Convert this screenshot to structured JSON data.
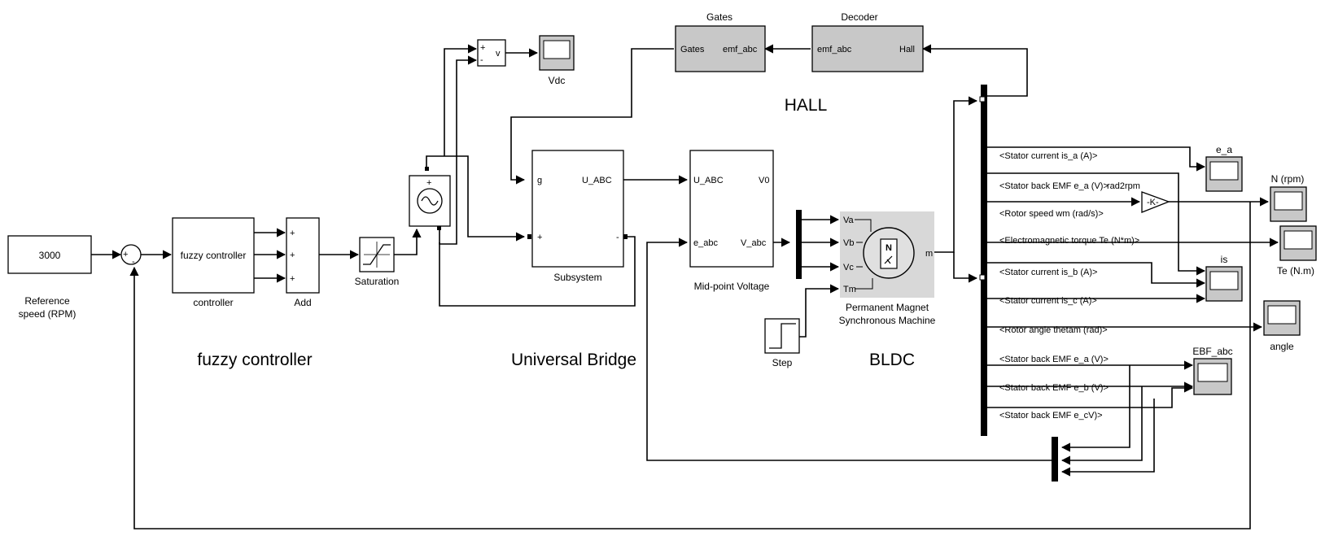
{
  "section_labels": {
    "fuzzy": "fuzzy controller",
    "bridge": "Universal Bridge",
    "hall": "HALL",
    "bldc": "BLDC"
  },
  "blocks": {
    "constant": {
      "value": "3000",
      "label": "Reference\nspeed (RPM)"
    },
    "sum": {
      "plus": "+",
      "minus": "-"
    },
    "fuzzy": {
      "text": "fuzzy controller",
      "label": "controller"
    },
    "add": {
      "label": "Add",
      "signs": [
        "+",
        "+",
        "+"
      ]
    },
    "saturation": {
      "label": "Saturation"
    },
    "voltage_source": {
      "plus": "+"
    },
    "voltmeter": {
      "plus": "+",
      "minus": "-",
      "out": "v"
    },
    "vdc_scope": {
      "label": "Vdc"
    },
    "gates": {
      "title": "Gates",
      "in": "Gates",
      "out": "emf_abc"
    },
    "decoder": {
      "title": "Decoder",
      "in": "emf_abc",
      "out": "Hall"
    },
    "subsystem": {
      "label": "Subsystem",
      "g": "g",
      "out": "U_ABC",
      "plus": "+",
      "minus": "-"
    },
    "midpoint": {
      "label": "Mid-point Voltage",
      "in1": "U_ABC",
      "in2": "e_abc",
      "out1": "V0",
      "out2": "V_abc"
    },
    "pmsm": {
      "label1": "Permanent Magnet",
      "label2": "Synchronous Machine",
      "ports": [
        "Va",
        "Vb",
        "Vc",
        "Tm"
      ],
      "out": "m",
      "n": "N"
    },
    "step": {
      "label": "Step"
    },
    "gain": {
      "text": "rad2rpm",
      "symbol": "-K-"
    }
  },
  "bus_signals": [
    "<Stator current is_a (A)>",
    "<Stator back EMF e_a (V)>",
    "<Rotor speed wm (rad/s)>",
    "<Electromagnetic torque Te (N*m)>",
    "<Stator current is_b (A)>",
    "<Stator current is_c (A)>",
    "<Rotor angle thetam (rad)>",
    "<Stator back EMF e_a (V)>",
    "<Stator back EMF e_b (V)>",
    "<Stator back EMF e_cV)>"
  ],
  "scopes": {
    "e_a": "e_a",
    "n_rpm": "N (rpm)",
    "te": "Te (N.m)",
    "is": "is",
    "angle": "angle",
    "ebf": "EBF_abc"
  }
}
